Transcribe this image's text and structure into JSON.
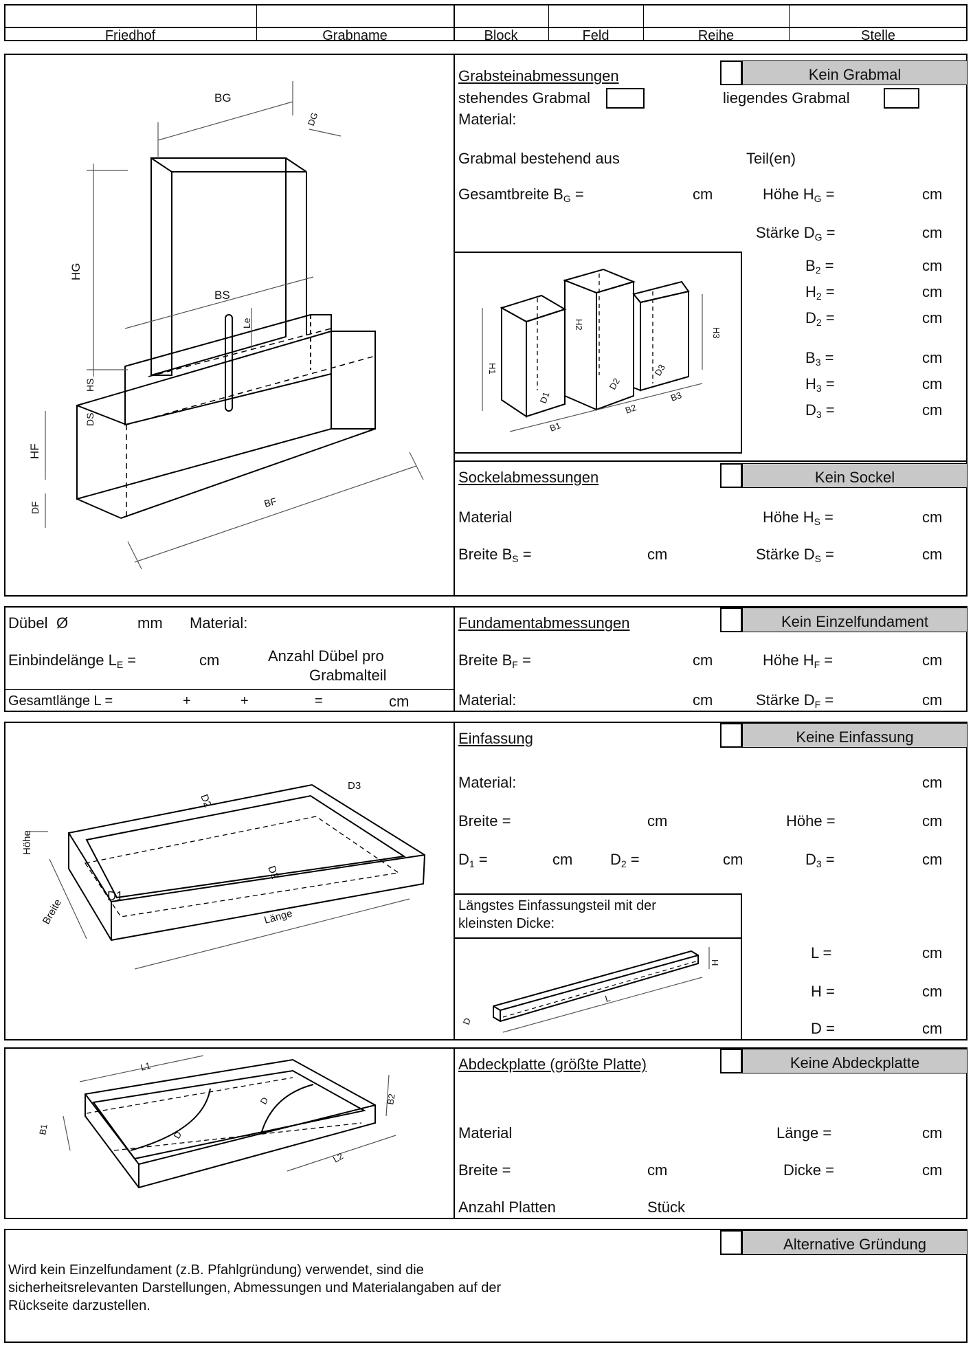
{
  "header": {
    "columns": [
      "Friedhof",
      "Grabname",
      "Block",
      "Feld",
      "Reihe",
      "Stelle"
    ]
  },
  "grabstein": {
    "title": "Grabsteinabmessungen",
    "kein": "Kein Grabmal",
    "stehend": "stehendes Grabmal",
    "liegend": "liegendes Grabmal",
    "material": "Material:",
    "bestehend": "Grabmal bestehend aus",
    "teile": "Teil(en)",
    "gesamtbreite": "Gesamtbreite B",
    "hoehe": "Höhe H",
    "staerke": "Stärke D",
    "sub_g": "G",
    "eq": " =",
    "cm": "cm",
    "parts": [
      {
        "label": "B",
        "sub": "2"
      },
      {
        "label": "H",
        "sub": "2"
      },
      {
        "label": "D",
        "sub": "2"
      },
      {
        "label": "B",
        "sub": "3"
      },
      {
        "label": "H",
        "sub": "3"
      },
      {
        "label": "D",
        "sub": "3"
      }
    ]
  },
  "sockel": {
    "title": "Sockelabmessungen",
    "kein": "Kein Sockel",
    "material": "Material",
    "hoehe": "Höhe H",
    "breite": "Breite B",
    "staerke": "Stärke D",
    "sub": "S"
  },
  "duebel": {
    "duebel": "Dübel",
    "diameter": "Ø",
    "mm": "mm",
    "material": "Material:",
    "einbinde": "Einbindelänge L",
    "sub_e": "E",
    "anzahl_1": "Anzahl Dübel pro",
    "anzahl_2": "Grabmalteil",
    "gesamt": "Gesamtlänge L =",
    "plus": "+",
    "equals": "="
  },
  "fundament": {
    "title": "Fundamentabmessungen",
    "kein": "Kein Einzelfundament",
    "breite": "Breite B",
    "hoehe": "Höhe H",
    "material": "Material:",
    "staerke": "Stärke D",
    "sub": "F"
  },
  "einfassung": {
    "title": "Einfassung",
    "kein": "Keine Einfassung",
    "material": "Material:",
    "breite": "Breite =",
    "hoehe": "Höhe =",
    "d": "D",
    "longest_1": "Längstes Einfassungsteil mit der",
    "longest_2": "kleinsten Dicke:",
    "l": "L =",
    "h": "H =",
    "dd": "D ="
  },
  "abdeck": {
    "title": "Abdeckplatte (größte Platte)",
    "kein": "Keine Abdeckplatte",
    "material": "Material",
    "laenge": "Länge =",
    "breite": "Breite =",
    "dicke": "Dicke =",
    "anzahl": "Anzahl Platten",
    "stueck": "Stück"
  },
  "alternative": {
    "label": "Alternative Gründung",
    "text_1": "Wird kein Einzelfundament (z.B. Pfahlgründung) verwendet, sind die",
    "text_2": "sicherheitsrelevanten Darstellungen, Abmessungen und Materialangaben auf der",
    "text_3": "Rückseite darzustellen."
  },
  "drawing_labels": {
    "bg": "BG",
    "dg": "DG",
    "hg": "HG",
    "bs": "BS",
    "le": "Le",
    "hs": "HS",
    "ds": "DS",
    "hf": "HF",
    "df": "DF",
    "bf": "BF",
    "h1": "H1",
    "h2": "H2",
    "h3": "H3",
    "d1": "D1",
    "d2": "D2",
    "d3": "D3",
    "b1": "B1",
    "b2": "B2",
    "b3": "B3",
    "hoehe": "Höhe",
    "breite": "Breite",
    "laenge": "Länge",
    "l": "L",
    "h": "H",
    "d": "D",
    "l1": "L1",
    "l2": "L2"
  }
}
